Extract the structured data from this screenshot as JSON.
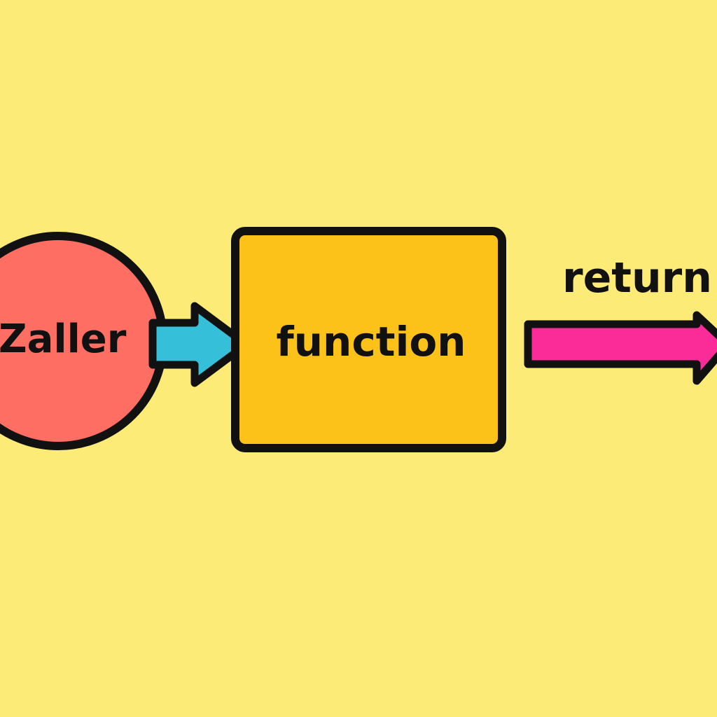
{
  "diagram": {
    "nodes": [
      {
        "id": "caller",
        "shape": "circle",
        "label": "Zaller",
        "fill": "#ff6e62"
      },
      {
        "id": "function",
        "shape": "rounded-rectangle",
        "label": "function",
        "fill": "#fdc21a"
      }
    ],
    "edges": [
      {
        "from": "caller",
        "to": "function",
        "label": "",
        "color": "#36bfd8"
      },
      {
        "from": "function",
        "to": "",
        "label": "return",
        "color": "#fb2b98"
      }
    ]
  },
  "colors": {
    "background": "#fdeb78",
    "outline": "#111111",
    "text": "#111111"
  }
}
